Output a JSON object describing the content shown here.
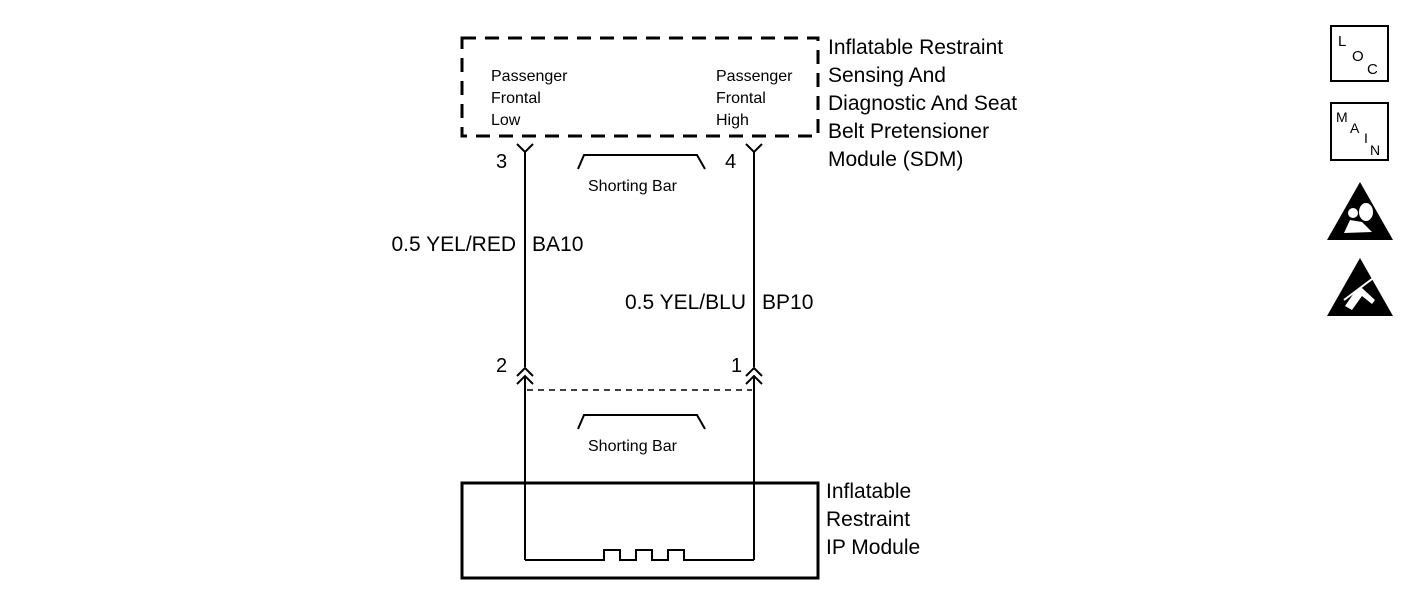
{
  "sdm": {
    "title_lines": [
      "Inflatable Restraint",
      "Sensing And",
      "Diagnostic And Seat",
      "Belt Pretensioner",
      "Module (SDM)"
    ],
    "left_terminal_lines": [
      "Passenger",
      "Frontal",
      "Low"
    ],
    "right_terminal_lines": [
      "Passenger",
      "Frontal",
      "High"
    ],
    "pin_left": "3",
    "pin_right": "4",
    "shorting_bar": "Shorting Bar"
  },
  "wires": {
    "left": {
      "gauge_color": "0.5 YEL/RED",
      "circuit": "BA10"
    },
    "right": {
      "gauge_color": "0.5 YEL/BLU",
      "circuit": "BP10"
    }
  },
  "connector": {
    "pin_left": "2",
    "pin_right": "1",
    "shorting_bar": "Shorting Bar"
  },
  "ip_module": {
    "title_lines": [
      "Inflatable",
      "Restraint",
      "IP Module"
    ]
  },
  "side_icons": {
    "loc": {
      "letters": [
        "L",
        "O",
        "C"
      ],
      "icon": "loc-icon"
    },
    "main": {
      "letters": [
        "M",
        "A",
        "I",
        "N"
      ],
      "icon": "main-icon"
    },
    "airbag_warning": {
      "icon": "airbag-warning-icon"
    },
    "esd_warning": {
      "icon": "esd-warning-icon"
    }
  }
}
